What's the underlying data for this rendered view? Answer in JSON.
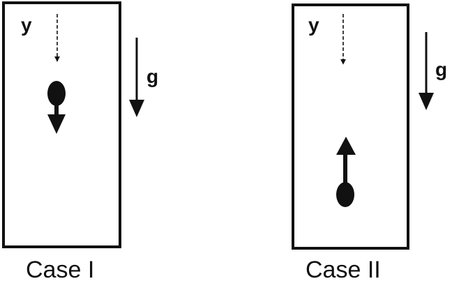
{
  "panels": [
    {
      "caption": "Case I",
      "axis_label": "y",
      "field_label": "g",
      "velocity_direction": "down"
    },
    {
      "caption": "Case II",
      "axis_label": "y",
      "field_label": "g",
      "velocity_direction": "up"
    }
  ],
  "colors": {
    "ink": "#111111",
    "background": "#ffffff"
  }
}
